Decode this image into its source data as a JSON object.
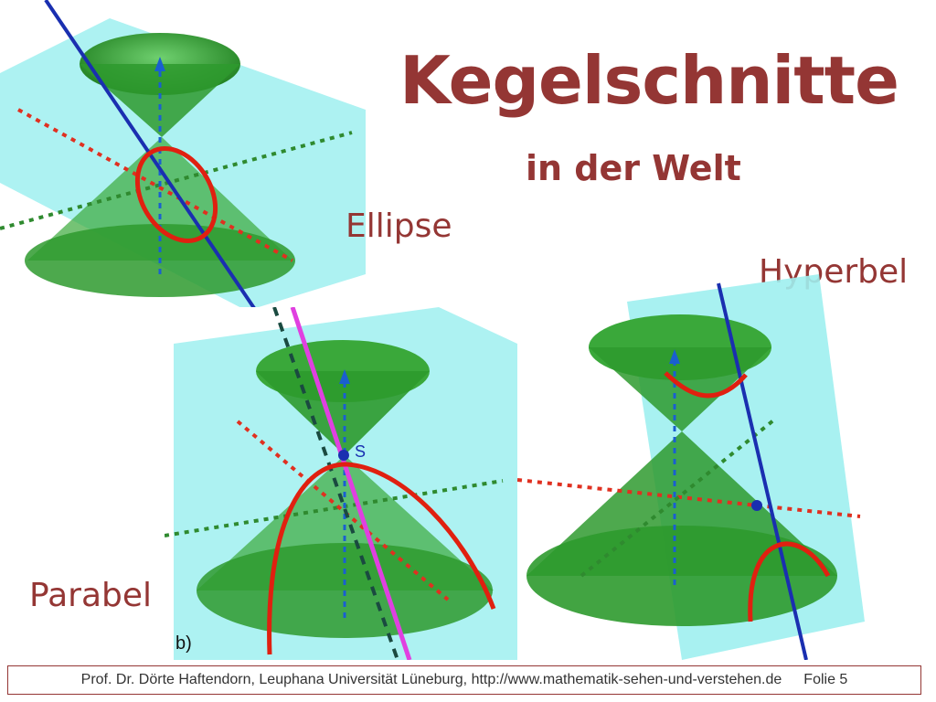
{
  "title": "Kegelschnitte",
  "subtitle": "in der Welt",
  "labels": {
    "ellipse": "Ellipse",
    "hyperbel": "Hyperbel",
    "parabel": "Parabel"
  },
  "figure_marks": {
    "vertex_label": "S",
    "panel_label": "b)"
  },
  "footer": {
    "credit": "Prof. Dr. Dörte Haftendorn, Leuphana Universität Lüneburg,  http://www.mathematik-sehen-und-verstehen.de",
    "slide": "Folie 5"
  },
  "colors": {
    "title": "#943634",
    "cone": "#2e9a2e",
    "plane": "#9ff0f0",
    "curve": "#e02010",
    "axis_blue": "#1a2fb0",
    "axis_red": "#e03020",
    "axis_green": "#2f8a2f",
    "line_magenta": "#e040e0"
  }
}
